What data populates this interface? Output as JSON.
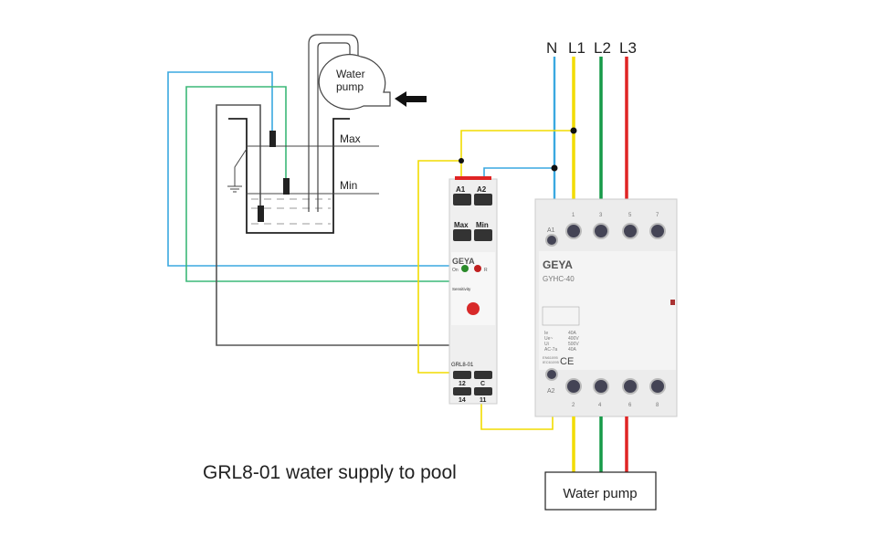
{
  "caption": "GRL8-01 water supply to pool",
  "tank": {
    "max_label": "Max",
    "min_label": "Min"
  },
  "pump": {
    "line1": "Water",
    "line2": "pump"
  },
  "phases": {
    "n": "N",
    "l1": "L1",
    "l2": "L2",
    "l3": "L3"
  },
  "relay": {
    "model": "GRL8-01",
    "brand": "GEYA",
    "a1": "A1",
    "a2": "A2",
    "max": "Max",
    "min": "Min",
    "led_on": "On",
    "led_r": "R",
    "sensitivity": "Sensitivity",
    "t12": "12",
    "tc": "C",
    "t14": "14",
    "t11": "11"
  },
  "contactor": {
    "brand": "GEYA",
    "model": "GYHC-40",
    "a1": "A1",
    "a2": "A2",
    "top_terminals": [
      "1",
      "3",
      "5",
      "7"
    ],
    "bottom_terminals": [
      "2",
      "4",
      "6",
      "8"
    ],
    "specs": [
      "Ie",
      "40A",
      "Ue~",
      "400V",
      "Ui",
      "500V",
      "AC-7a",
      "40A"
    ],
    "standards": [
      "EN61095",
      "IEC61095"
    ],
    "ce": "CE"
  },
  "load_box": "Water pump",
  "colors": {
    "neutral": "#3aa8e0",
    "l1": "#f2dc00",
    "l2": "#169a48",
    "l3": "#e02424",
    "min_wire": "#3cb878",
    "ground_wire": "#555555"
  }
}
